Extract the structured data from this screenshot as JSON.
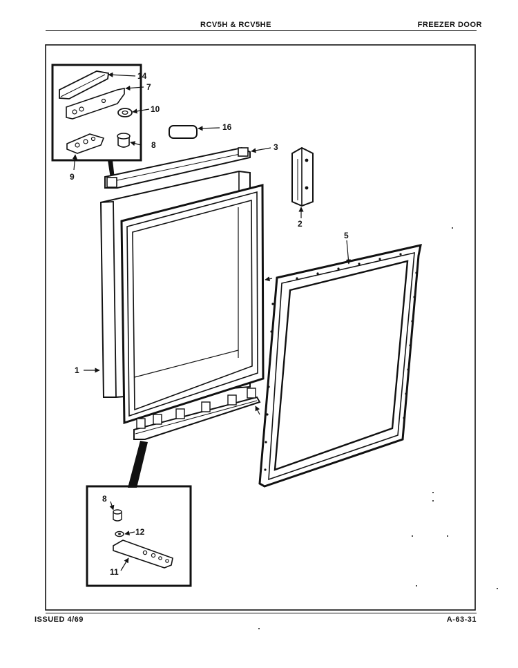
{
  "header": {
    "model": "RCV5H & RCV5HE",
    "section": "FREEZER DOOR"
  },
  "footer": {
    "issued": "ISSUED 4/69",
    "code": "A-63-31"
  },
  "callouts": {
    "p1": "1",
    "p2": "2",
    "p3": "3",
    "p5": "5",
    "p7": "7",
    "p8_top": "8",
    "p8_bottom": "8",
    "p9": "9",
    "p10": "10",
    "p11": "11",
    "p12": "12",
    "p14": "14",
    "p16": "16"
  },
  "colors": {
    "ink": "#111111",
    "paper": "#ffffff"
  }
}
